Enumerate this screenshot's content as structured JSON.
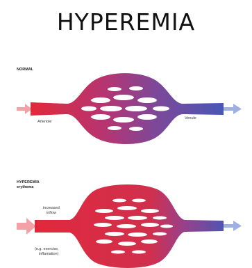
{
  "title": "HYPEREMIA",
  "normal": {
    "heading": "NORMAL",
    "left_label": "Arteriole",
    "right_label": "Venule"
  },
  "hyperemia": {
    "heading_line1": "HYPEREMIA",
    "heading_line2": "erythema",
    "inflow_line1": "increased",
    "inflow_line2": "inflow",
    "cause_line1": "(e.g. exercise,",
    "cause_line2": "inflamation)"
  },
  "colors": {
    "arterial": "#e2283a",
    "venous": "#4a56b4",
    "mixed": "#9c3f86",
    "arrow_in": "#f3a1a6",
    "arrow_out": "#9fb0e0"
  }
}
